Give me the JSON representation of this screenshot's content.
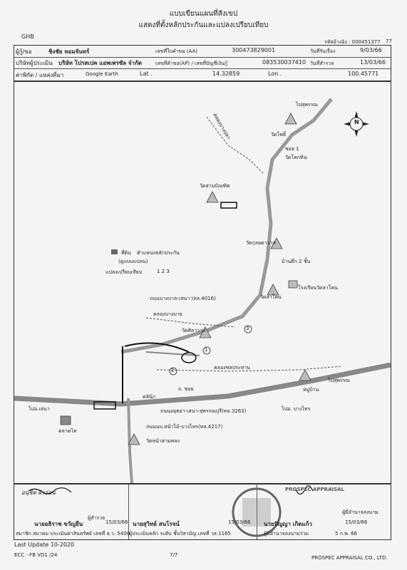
{
  "title": {
    "line1": "แบบเขียนแผนที่สังเขป",
    "line2": "แสดงที่ตั้งหลักประกันและแปลงเปรียบเทียบ"
  },
  "bank": "GHB",
  "ref": "รหัสอ้างอิง : 000451377",
  "ref_page": "77",
  "header": {
    "customer_label": "ผู้กู้/ขอ",
    "customer_name": "ชิงชัย หอมจันทร์",
    "app_label": "เลขที่ใบคำขอ (AA)",
    "app_no": "300473829001",
    "start_label": "วันที่รับเรื่อง",
    "start_date": "9/03/66",
    "company_label": "บริษัทผู้ประเมิน",
    "company_name": "บริษัท โปรสเปค แอพเพรซัล จำกัด",
    "ap_label": "เลขที่คำขอ(AP) / เลขที่บัญชีเงินกู้",
    "ap_no": "083530037410",
    "survey_label": "วันที่สำรวจ",
    "survey_date": "13/03/66",
    "coord_label": "ค่าพิกัด / แหล่งที่มา",
    "source": "Google Earth",
    "lat_label": "Lat .",
    "lat": "14.32859",
    "lon_label": "Lon .",
    "lon": "100.45771"
  },
  "map": {
    "to_suphan": "ไปสุพรรณ",
    "to_suphan2": "ไปสุพรรณ",
    "to_sena": "ไปอ.เสนา",
    "to_bangsai": "ไปอ. บางไทร",
    "canal1": "คลองบางปลา",
    "canal2": "คลองบางบาย",
    "canal3": "คลองชลประทาน",
    "road_4016": "ถนนบางบาล-เสนา (ทล.4016)",
    "road_3263": "ถนนอยุธยา-เสนา-สุพรรณบุรี(ทล.3263)",
    "road_4217": "ถนนนบ.หน้าไม้-บางไทร(ทล.4217)",
    "soi": "ซอย 1",
    "temple1": "วัดโพธิ์",
    "temple2": "วัดสามบัณฑิต",
    "temple3": "วัดโคกหิน",
    "temple4": "วัดกุลยดาวาส",
    "temple5": "วัดหน้าสามพลง",
    "temple6": "วัดศิลาวาส",
    "temple_lakhon": "วัดลาโคน",
    "school": "โรงเรียนวัดลาโคน",
    "market": "ตลาดไท",
    "house2": "บ้านตึก 2 ชั้น",
    "alley": "ถ. ซอย",
    "clinic": "คลินิก",
    "village": "หมู่บ้าน",
    "legend_site": "ที่ดิน",
    "legend_site_desc": "ตำแหน่งหลักประกัน",
    "legend_site_desc2": "(ดูแบบแปลน)",
    "legend_comp": "แปลงเปรียบเทียบ",
    "legend_comp_nums": "1 2 3",
    "north": "N",
    "markers": [
      "1",
      "2",
      "3"
    ]
  },
  "signature": {
    "sig1": "อนุชิต ผิวอ่อน",
    "role1": "ผู้สำรวจ",
    "name1": "นายอธิราช ขวัญยืน",
    "date1": "15/03/66",
    "lic1": "สมาชิก สมาคม ประเมินค่าสินทรัพย์ เลขที่ ส.ว. 5400",
    "name2": "นายสุวิทย์ สนโรจน์",
    "date2": "15/03/66",
    "lic2": "ผู้ประเมินหลัก ระดับ ชั้นวิสามัญ เลขที่ วส.1165",
    "name3": "นายปัญญา เกิดแก้ว",
    "date3": "15/03/66",
    "role3": "ผู้มีอำนาจลงนาม",
    "lic3": "ผู้มีอำนาจลงนามร่วม",
    "date3b": "5 ก.พ. 66",
    "stamp": "PROSPEC APPRAISAL"
  },
  "footer": {
    "update": "Last Update 10-2020",
    "code": "ECC - FB VD1 /24",
    "page": "7/7",
    "company": "PROSPEC APPRAISAL CO., LTD."
  }
}
